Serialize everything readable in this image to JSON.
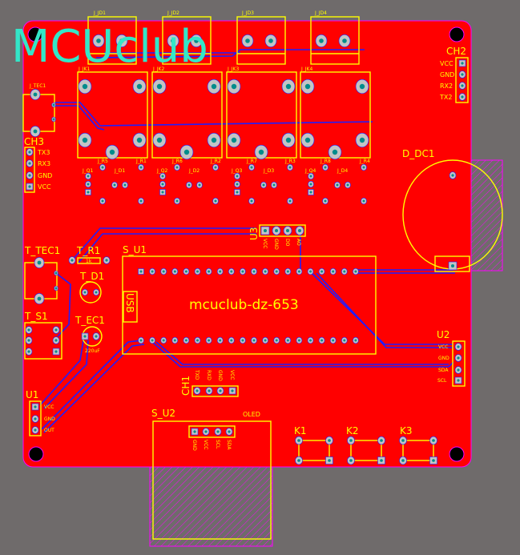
{
  "logo": "MCUclub",
  "board_title": "mcuclub-dz-653",
  "colors": {
    "background": "#6f6b6b",
    "board": "#ff0000",
    "silkscreen": "#ffff00",
    "trace": "#1e1eff",
    "outline": "#ff00ff",
    "pad": "#c4c4c4",
    "pad_hole": "#008c8c",
    "logo": "#33e6c8"
  },
  "designators": {
    "jd": [
      "J_JD1",
      "J_JD2",
      "J_JD3",
      "J_JD4"
    ],
    "jk": [
      "J_JK1",
      "J_JK2",
      "J_JK3",
      "J_JK4"
    ],
    "jq": [
      "J_Q1",
      "J_Q2",
      "J_Q3",
      "J_Q4"
    ],
    "jdled": [
      "J_D1",
      "J_D2",
      "J_D3",
      "J_D4"
    ],
    "jr": [
      "J_R5",
      "J_R1",
      "J_R6",
      "J_R2",
      "J_R7",
      "J_R3",
      "J_R8",
      "J_R4"
    ],
    "j_tec1": "J_TEC1",
    "ch2": "CH2",
    "ch3": "CH3",
    "ch1": "CH1",
    "d_dc1": "D_DC1",
    "u3": "U3",
    "s_u1": "S_U1",
    "usb": "USB",
    "t_tec1": "T_TEC1",
    "t_r1": "T_R1",
    "t_r1_value": "1k",
    "t_d1": "T_D1",
    "t_s1": "T_S1",
    "t_ec1": "T_EC1",
    "t_ec1_value": "220uF",
    "u2": "U2",
    "u1": "U1",
    "s_u2": "S_U2",
    "s_u2_note": "OLED",
    "k1": "K1",
    "k2": "K2",
    "k3": "K3"
  },
  "pin_labels": {
    "ch2": [
      "VCC",
      "GND",
      "RX2",
      "TX2"
    ],
    "ch3": [
      "TX3",
      "RX3",
      "GND",
      "VCC"
    ],
    "ch1": [
      "TXD",
      "RXD",
      "GND",
      "VCC"
    ],
    "u3": [
      "VCC",
      "GND",
      "DO",
      "AO"
    ],
    "u1": [
      "VCC",
      "GND",
      "OUT"
    ],
    "u2": [
      "VCC",
      "GND",
      "SDA",
      "SCL"
    ],
    "s_u2": [
      "GND",
      "VCC",
      "SCL",
      "SDA"
    ]
  }
}
